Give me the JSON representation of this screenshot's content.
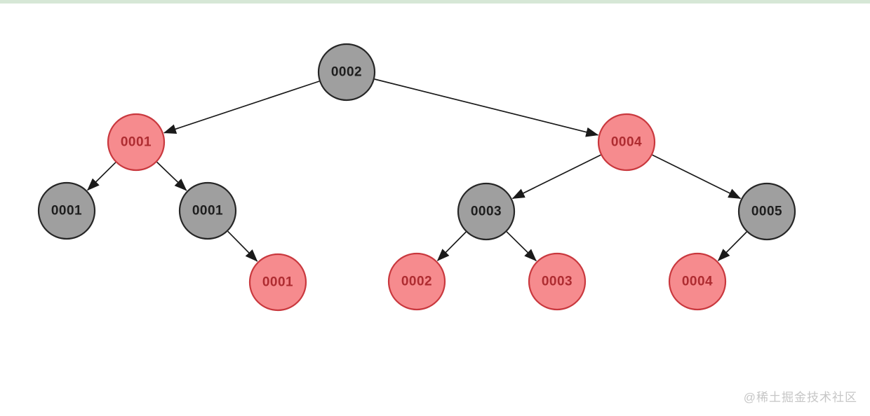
{
  "colors": {
    "top_bar": "#d6e7d6",
    "edge": "#1a1a1a",
    "gray_fill": "#9f9f9f",
    "gray_stroke": "#262626",
    "gray_text": "#1e1e1e",
    "red_fill": "#f68b8e",
    "red_stroke": "#c9383e",
    "red_text": "#ae2c31",
    "watermark": "#c6c6c6"
  },
  "watermark": {
    "text": "@稀土掘金技术社区"
  },
  "diagram": {
    "type": "binary-tree",
    "description": "Red-black style binary tree with gray and red circular nodes connected by black arrows",
    "nodes": [
      {
        "id": "root",
        "label": "0002",
        "variant": "gray"
      },
      {
        "id": "l1-left",
        "label": "0001",
        "variant": "red"
      },
      {
        "id": "l1-right",
        "label": "0004",
        "variant": "red"
      },
      {
        "id": "l2-a",
        "label": "0001",
        "variant": "gray"
      },
      {
        "id": "l2-b",
        "label": "0001",
        "variant": "gray"
      },
      {
        "id": "l2-c",
        "label": "0003",
        "variant": "gray"
      },
      {
        "id": "l2-d",
        "label": "0005",
        "variant": "gray"
      },
      {
        "id": "l3-a",
        "label": "0001",
        "variant": "red"
      },
      {
        "id": "l3-b",
        "label": "0002",
        "variant": "red"
      },
      {
        "id": "l3-c",
        "label": "0003",
        "variant": "red"
      },
      {
        "id": "l3-d",
        "label": "0004",
        "variant": "red"
      }
    ],
    "edges": [
      {
        "from": "root",
        "to": "l1-left"
      },
      {
        "from": "root",
        "to": "l1-right"
      },
      {
        "from": "l1-left",
        "to": "l2-a"
      },
      {
        "from": "l1-left",
        "to": "l2-b"
      },
      {
        "from": "l2-b",
        "to": "l3-a"
      },
      {
        "from": "l1-right",
        "to": "l2-c"
      },
      {
        "from": "l1-right",
        "to": "l2-d"
      },
      {
        "from": "l2-c",
        "to": "l3-b"
      },
      {
        "from": "l2-c",
        "to": "l3-c"
      },
      {
        "from": "l2-d",
        "to": "l3-d"
      }
    ]
  }
}
